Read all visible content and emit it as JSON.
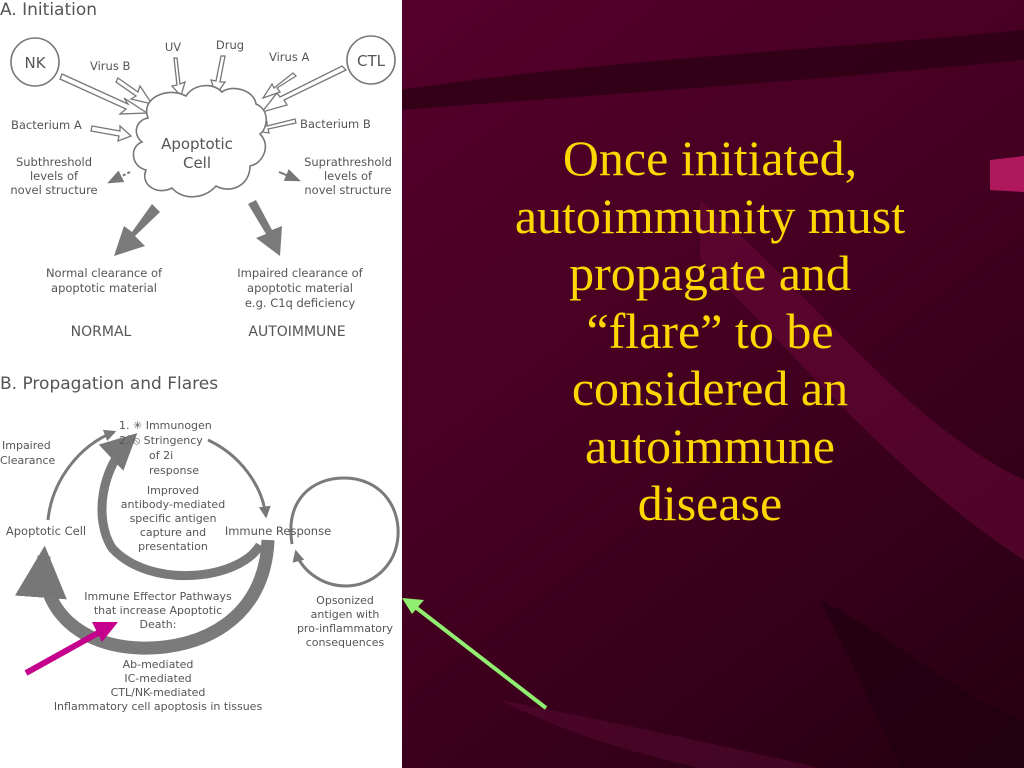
{
  "slide": {
    "text_lines": [
      "Once initiated,",
      "autoimmunity must",
      "propagate and",
      "“flare” to be",
      "considered an",
      "autoimmune",
      "disease"
    ],
    "text_color": "#ffd700",
    "background_color": "#4a0022"
  },
  "figure": {
    "part_a": {
      "title": "A. Initiation",
      "nk": "NK",
      "ctl": "CTL",
      "virus_b": "Virus B",
      "uv": "UV",
      "drug": "Drug",
      "virus_a": "Virus A",
      "bacterium_a": "Bacterium A",
      "bacterium_b": "Bacterium B",
      "cell_line1": "Apoptotic",
      "cell_line2": "Cell",
      "sub_lines": [
        "Subthreshold",
        "levels of",
        "novel structure"
      ],
      "supra_lines": [
        "Suprathreshold",
        "levels of",
        "novel structure"
      ],
      "normal_lines": [
        "Normal clearance of",
        "apoptotic material"
      ],
      "impaired_lines": [
        "Impaired clearance of",
        "apoptotic material",
        "e.g. C1q deficiency"
      ],
      "normal_label": "NORMAL",
      "autoimmune_label": "AUTOIMMUNE"
    },
    "part_b": {
      "title": "B. Propagation and Flares",
      "immunogen": "1. ✳ Immunogen",
      "stringency": "2. ⦸ Stringency",
      "of_2i": "of 2i",
      "response": "response",
      "impaired_clearance_lines": [
        "Impaired",
        "Clearance"
      ],
      "apoptotic_cell": "Apoptotic Cell",
      "immune_response": "Immune Response",
      "improved_lines": [
        "Improved",
        "antibody-mediated",
        "specific antigen",
        "capture and",
        "presentation"
      ],
      "effector_lines": [
        "Immune Effector Pathways",
        "that increase Apoptotic",
        "Death:"
      ],
      "opsonized_lines": [
        "Opsonized",
        "antigen with",
        "pro-inflammatory",
        "consequences"
      ],
      "mediated_lines": [
        "Ab-mediated",
        "IC-mediated",
        "CTL/NK-mediated",
        "Inflammatory cell apoptosis in tissues"
      ]
    }
  },
  "colors": {
    "magenta_arrow": "#c4008c",
    "green_arrow": "#90ee70",
    "diagram_gray": "#7a7a7a"
  }
}
